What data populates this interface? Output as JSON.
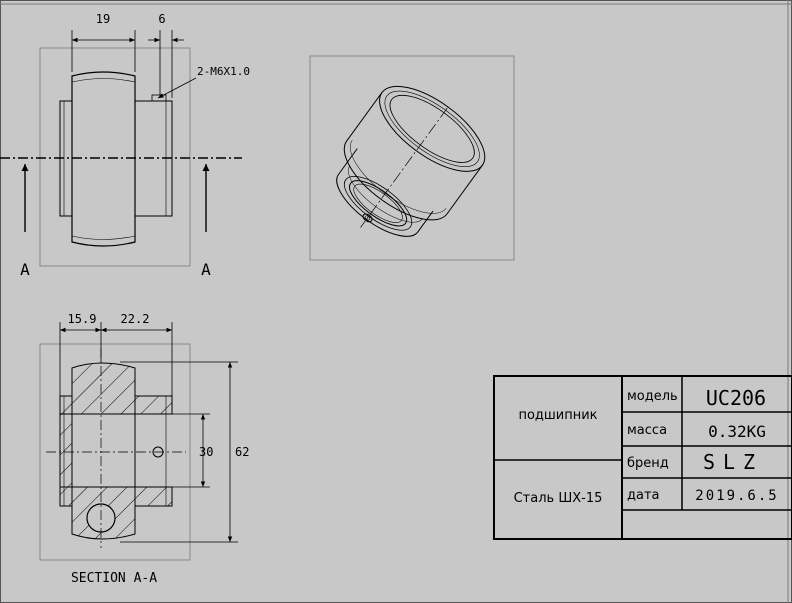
{
  "front_view": {
    "dim_width": "19",
    "dim_collar": "6",
    "thread_note": "2-M6X1.0",
    "section_mark_left": "A",
    "section_mark_right": "A"
  },
  "section_view": {
    "dim_a": "15.9",
    "dim_b": "22.2",
    "dim_bore": "30",
    "dim_outer": "62",
    "caption": "SECTION A-A"
  },
  "title_block": {
    "name": "подшипник",
    "material": "Сталь ШХ-15",
    "rows": [
      {
        "label": "модель",
        "value": "UC206"
      },
      {
        "label": "масса",
        "value": "0.32KG"
      },
      {
        "label": "бренд",
        "value": "SLZ"
      },
      {
        "label": "дата",
        "value": "2019.6.5"
      }
    ]
  }
}
